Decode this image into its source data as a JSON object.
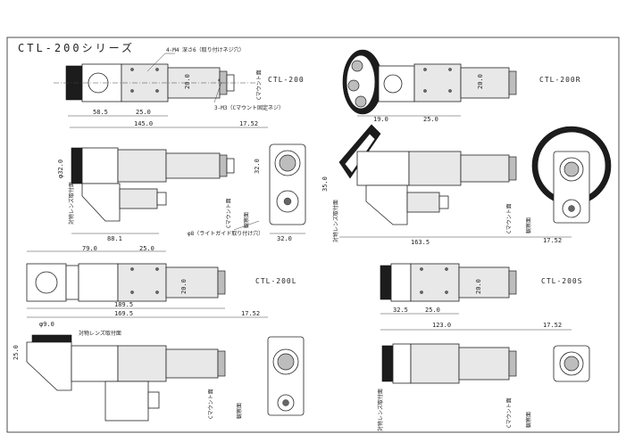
{
  "title": "CTL-200シリーズ",
  "models": {
    "std": "CTL-200",
    "r": "CTL-200R",
    "l": "CTL-200L",
    "s": "CTL-200S"
  },
  "callouts": {
    "mount_screws": "4-M4 深さ6（取り付けネジ穴）",
    "c_mount_screw": "3-M3（Cマウント固定ネジ）",
    "light_guide": "φ8（ライトガイド取り付け穴）",
    "c_mount_face": "Cマウント面",
    "lens_face": "対物レンズ取付面",
    "stage_face": "観察面"
  },
  "dims": {
    "d_20_0": "20.0",
    "d_58_5": "58.5",
    "d_25_0": "25.0",
    "d_145_0": "145.0",
    "d_17_52": "17.52",
    "d_phi32": "φ32.0",
    "d_32_0": "32.0",
    "d_35_0": "35.0",
    "d_88_1": "88.1",
    "d_79_0": "79.0",
    "d_163_5": "163.5",
    "d_189_5": "189.5",
    "d_169_5": "169.5",
    "d_phi9": "φ9.0",
    "d_25_0b": "25.0",
    "d_32_5": "32.5",
    "d_123_0": "123.0",
    "d_19_0": "19.0"
  }
}
